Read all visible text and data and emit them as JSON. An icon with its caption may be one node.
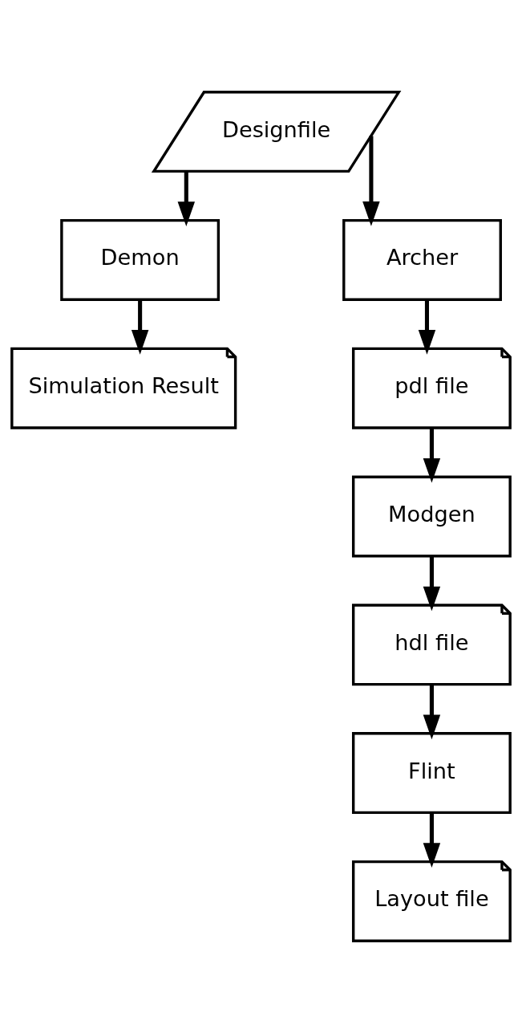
{
  "diagram": {
    "nodes": [
      {
        "text": [
          "Designfile"
        ]
      },
      {
        "text": [
          "Demon"
        ]
      },
      {
        "text": [
          "Simulation Result"
        ]
      },
      {
        "text": [
          "Archer"
        ]
      },
      {
        "text": [
          "pdl file"
        ]
      },
      {
        "text": [
          "Modgen"
        ]
      },
      {
        "text": [
          "hdl file"
        ]
      },
      {
        "text": [
          "Flint"
        ]
      },
      {
        "text": [
          "Layout file"
        ]
      }
    ],
    "edges": [
      {
        "from": 0,
        "to": 1,
        "arrow": "to"
      },
      {
        "from": 0,
        "to": 3,
        "arrow": "to"
      },
      {
        "from": 1,
        "to": 2,
        "arrow": "to"
      },
      {
        "from": 3,
        "to": 4,
        "arrow": "to"
      },
      {
        "from": 4,
        "to": 5,
        "arrow": "to"
      },
      {
        "from": 5,
        "to": 6,
        "arrow": "to"
      },
      {
        "from": 6,
        "to": 7,
        "arrow": "to"
      },
      {
        "from": 7,
        "to": 8,
        "arrow": "to"
      }
    ]
  }
}
